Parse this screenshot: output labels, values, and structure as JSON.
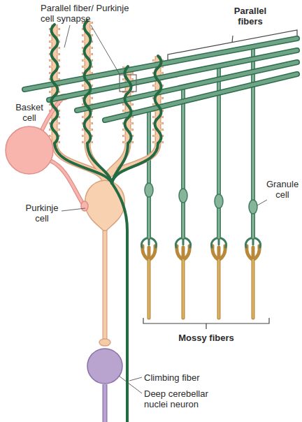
{
  "diagram": {
    "labels": [
      "Parallel fiber/ Purkinje cell synapse",
      "Parallel fibers",
      "Basket cell",
      "Purkinje cell",
      "Granule cell",
      "Mossy fibers",
      "Climbing fiber",
      "Deep cerebellar nuclei neuron"
    ]
  }
}
